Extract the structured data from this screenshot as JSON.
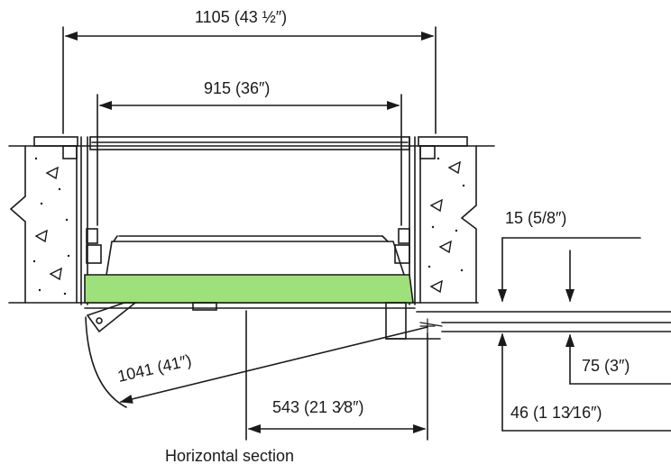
{
  "dimensions": {
    "overall_width": "1105 (43 ½″)",
    "clear_width": "915 (36″)",
    "depth_top": "15 (5/8″)",
    "depth_mid": "75 (3″)",
    "depth_bottom": "46 (1 13⁄16″)",
    "swing_radius": "1041 (41″)",
    "offset": "543 (21 3⁄8″)"
  },
  "caption": "Horizontal section",
  "colors": {
    "ink": "#1a1a1a",
    "highlight": "#9ee07a"
  }
}
